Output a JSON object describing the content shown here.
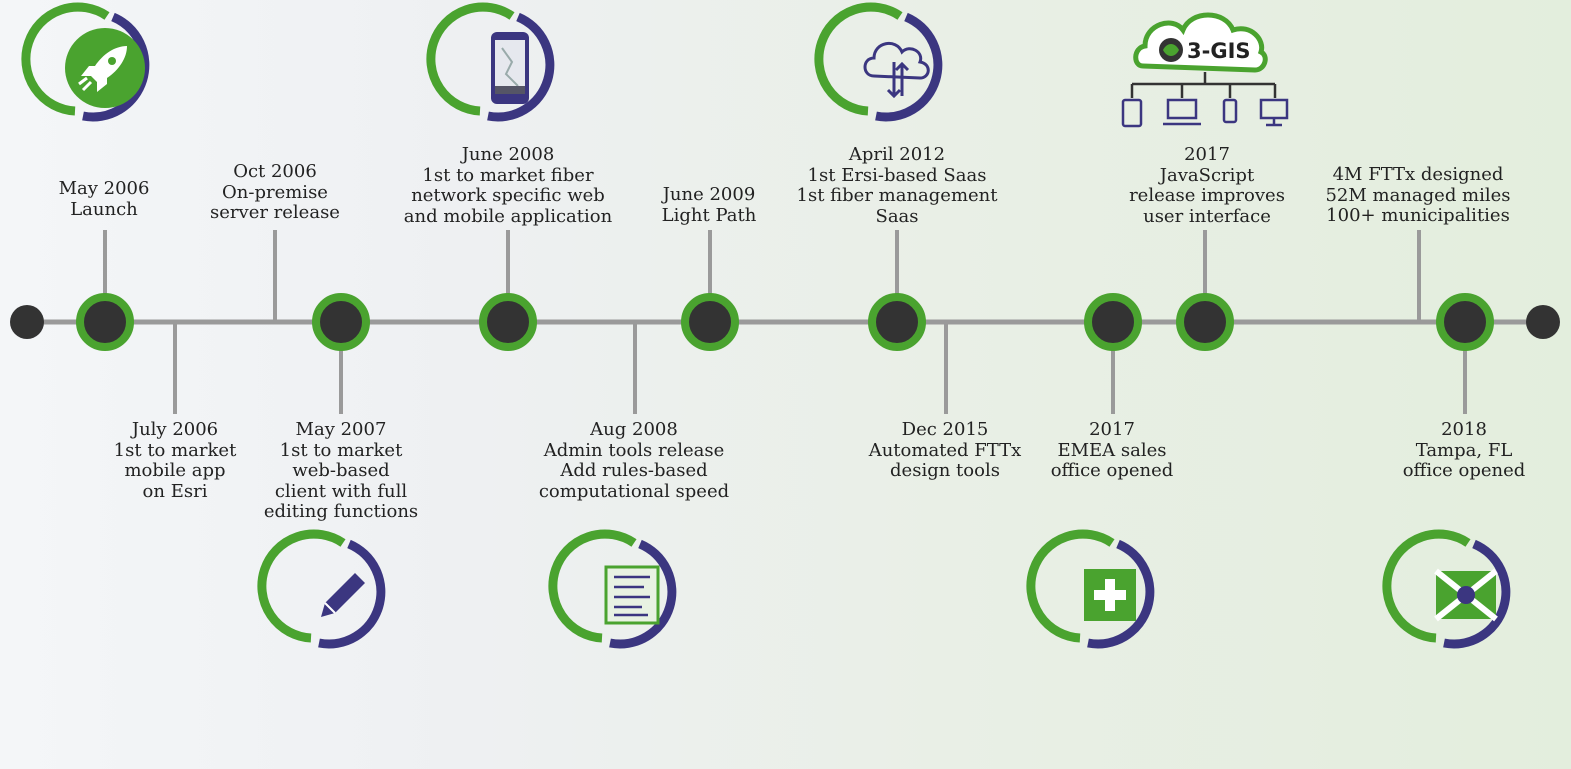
{
  "timeline": {
    "milestones_above": [
      {
        "id": "may-2006",
        "lines": [
          "May 2006",
          "Launch"
        ]
      },
      {
        "id": "oct-2006",
        "lines": [
          "Oct 2006",
          "On-premise",
          "server release"
        ]
      },
      {
        "id": "june-2008",
        "lines": [
          "June 2008",
          "1st to market fiber",
          "network specific web",
          "and mobile application"
        ]
      },
      {
        "id": "june-2009",
        "lines": [
          "June 2009",
          "Light Path"
        ]
      },
      {
        "id": "april-2012",
        "lines": [
          "April 2012",
          "1st Ersi-based Saas",
          "1st fiber management",
          "Saas"
        ]
      },
      {
        "id": "2017-js",
        "lines": [
          "2017",
          "JavaScript",
          "release improves",
          "user interface"
        ]
      },
      {
        "id": "stats",
        "lines": [
          "4M FTTx designed",
          "52M managed miles",
          "100+ municipalities"
        ]
      }
    ],
    "milestones_below": [
      {
        "id": "july-2006",
        "lines": [
          "July 2006",
          "1st to market",
          "mobile app",
          "on Esri"
        ]
      },
      {
        "id": "may-2007",
        "lines": [
          "May 2007",
          "1st to market",
          "web-based",
          "client with full",
          "editing functions"
        ]
      },
      {
        "id": "aug-2008",
        "lines": [
          "Aug 2008",
          "Admin tools release",
          "Add rules-based",
          "computational speed"
        ]
      },
      {
        "id": "dec-2015",
        "lines": [
          "Dec 2015",
          "Automated FTTx",
          "design tools"
        ]
      },
      {
        "id": "2017-emea",
        "lines": [
          "2017",
          "EMEA sales",
          "office opened"
        ]
      },
      {
        "id": "2018",
        "lines": [
          "2018",
          "Tampa, FL",
          "office opened"
        ]
      }
    ],
    "icons": [
      "rocket-icon",
      "mobile-phone-icon",
      "cloud-sync-icon",
      "pencil-icon",
      "document-icon",
      "plus-icon",
      "envelope-icon"
    ],
    "logo": {
      "text": "3-GIS"
    },
    "colors": {
      "green": "#4aa32f",
      "purple": "#3b3680",
      "line": "#9a9a9a",
      "dark": "#333333"
    }
  }
}
